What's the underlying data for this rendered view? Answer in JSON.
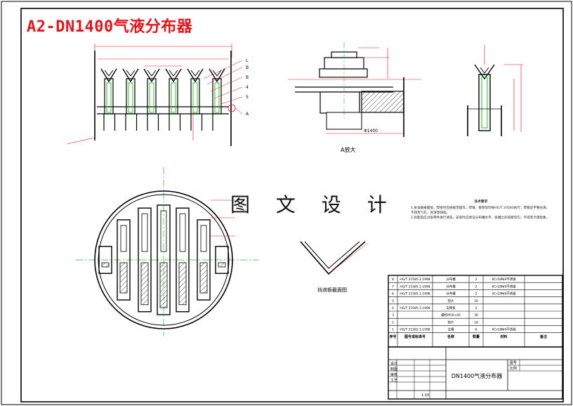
{
  "title": "A2-DN1400气液分布器",
  "watermark": "图 文 设 计",
  "views": {
    "section_label": "A放大",
    "detail_label": "挡液板截面图",
    "leader_letters": [
      "L",
      "B",
      "B",
      "4",
      "5",
      "A"
    ],
    "width_dim": "Φ1400"
  },
  "notes": {
    "title": "技术要求",
    "items": [
      "1.本设备按图纸，焊接时应按规范操作，焊缝、接管等均按HG/T 20583执行；焊缝应平整光滑，不得有气孔、夹渣等缺陷。",
      "2.装配前应对各零件进行清洗，安装时应保证分布槽水平，各槽之间间距均匀，不得有卡阻现象。"
    ]
  },
  "bom": {
    "headers": [
      "序号",
      "图号或标准号",
      "名称",
      "数量",
      "材料",
      "备注"
    ],
    "rows": [
      [
        "8",
        "HG/T 21585.1-1998",
        "分布槽",
        "2",
        "0Cr18Ni9不锈钢",
        ""
      ],
      [
        "7",
        "HG/T 21585.1-1998",
        "分布槽",
        "2",
        "0Cr18Ni9不锈钢",
        ""
      ],
      [
        "6",
        "HG/T 21585.1-1998",
        "分布槽",
        "2",
        "0Cr18Ni9不锈钢",
        ""
      ],
      [
        "5",
        "",
        "垫片",
        "20",
        "",
        ""
      ],
      [
        "4",
        "HG/T 21585.1-1998",
        "支撑板",
        "2",
        "",
        ""
      ],
      [
        "3",
        "",
        "螺栓M10×40",
        "36",
        "",
        ""
      ],
      [
        "2",
        "",
        "垫片",
        "18",
        "",
        ""
      ],
      [
        "1",
        "HG/T 21585.1-1998",
        "主槽",
        "6",
        "0Cr18Ni9不锈钢",
        ""
      ]
    ]
  },
  "title_block": {
    "drawing_name": "DN1400气液分布器",
    "left_labels": [
      "设计",
      "制图",
      "审核",
      "工艺"
    ],
    "right_labels": [
      "图号",
      "比例"
    ],
    "scale": "1:10"
  },
  "colors": {
    "line": "#000000",
    "title": "#e8141c",
    "dimension": "#e8141c",
    "centerline": "#18c818",
    "hatch": "#111111"
  }
}
